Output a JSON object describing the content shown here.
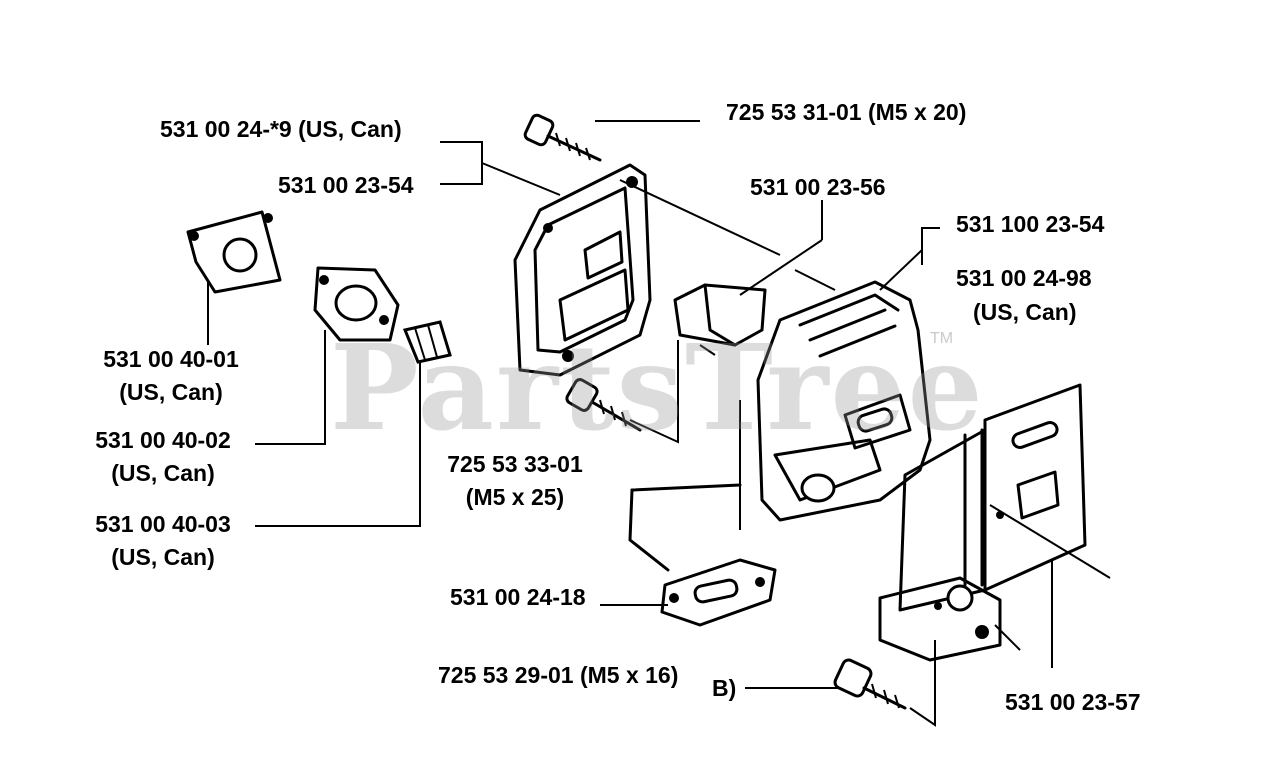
{
  "watermark": "PartsTree",
  "watermark_tm": "TM",
  "labels": {
    "top_bolt": "725 53 31-01 (M5 x 20)",
    "cover_part_1": "531 00 24-*9 (US, Can)",
    "cover_part_2": "531 00 23-54",
    "clip": "531 00 23-56",
    "muffler_1": "531 100 23-54",
    "muffler_2": "531 00 24-98",
    "muffler_2_region": "(US, Can)",
    "gasket_a": "531 00 40-01",
    "gasket_a_region": "(US, Can)",
    "gasket_b": "531 00 40-02",
    "gasket_b_region": "(US, Can)",
    "nut": "531 00 40-03",
    "nut_region": "(US, Can)",
    "mid_bolt": "725 53 33-01",
    "mid_bolt_size": "(M5 x 25)",
    "exhaust_gasket": "531 00 24-18",
    "bottom_bolt": "725 53 29-01 (M5 x 16)",
    "bottom_bolt_fragment": "B)",
    "plate": "531 00 23-57"
  }
}
